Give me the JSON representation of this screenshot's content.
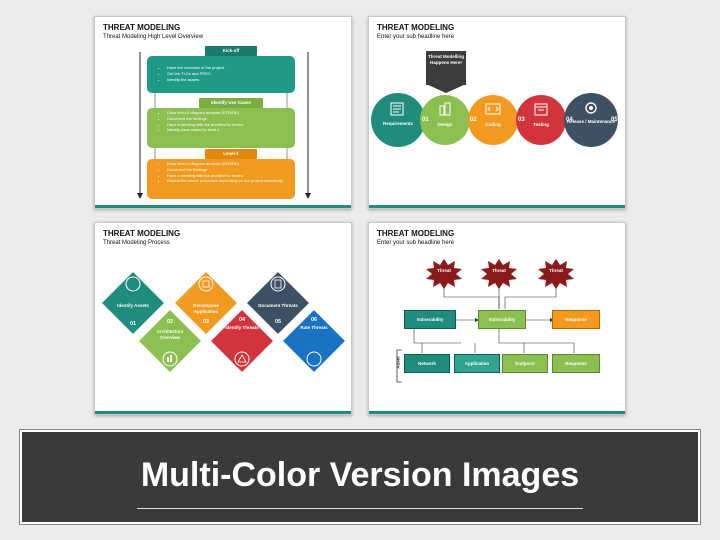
{
  "slide1": {
    "title": "THREAT MODELING",
    "subtitle": "Threat Modeling High Level Overview",
    "sections": [
      {
        "header": "Kick-off",
        "bullets": [
          "Have the overview of the project",
          "Get the TLDs and PRDS",
          "Identify the assets"
        ]
      },
      {
        "header": "Identify Use Cases",
        "bullets": [
          "Draw level-0 diagram analysis (STRIDE)",
          "Document the findings",
          "Have a meeting with the architect to review",
          "Identify uses cases for level-1"
        ]
      },
      {
        "header": "Level-1",
        "bullets": [
          "Draw level-1 diagram analysis (STRIDE)",
          "Document the findings",
          "Have a meeting with the architect to review",
          "Repeat the above procedure depending on the project complexity"
        ]
      }
    ]
  },
  "slide2": {
    "title": "THREAT MODELING",
    "subtitle": "Enter your sub headline here",
    "callout": "Threat Modelling Happens Here!",
    "steps": [
      {
        "label": "Requirements",
        "num": "01",
        "color": "#1f8c7c",
        "icon": "requirements-icon"
      },
      {
        "label": "Design",
        "num": "02",
        "color": "#8bbf4f",
        "icon": "design-icon"
      },
      {
        "label": "Coding",
        "num": "03",
        "color": "#f29a1f",
        "icon": "coding-icon"
      },
      {
        "label": "Testing",
        "num": "04",
        "color": "#d1343a",
        "icon": "testing-icon"
      },
      {
        "label": "Release / Maintenance",
        "num": "05",
        "color": "#3e5063",
        "icon": "release-icon"
      }
    ]
  },
  "slide3": {
    "title": "THREAT MODELING",
    "subtitle": "Threat Modeling Process",
    "steps": [
      {
        "label": "Identify Assets",
        "num": "01",
        "color": "#1f8c7c"
      },
      {
        "label": "Architecture Overview",
        "num": "02",
        "color": "#8bbf4f"
      },
      {
        "label": "Decompose Application",
        "num": "03",
        "color": "#f29a1f"
      },
      {
        "label": "Identify Threats",
        "num": "04",
        "color": "#d1343a"
      },
      {
        "label": "Document Threats",
        "num": "05",
        "color": "#3e5063"
      },
      {
        "label": "Rate Threats",
        "num": "06",
        "color": "#1a73c2"
      }
    ]
  },
  "slide4": {
    "title": "THREAT MODELING",
    "subtitle": "Enter your sub headline here",
    "threats": [
      "Threat",
      "Threat",
      "Threat"
    ],
    "row1": [
      "Vulnerability",
      "Vulnerability",
      "Response"
    ],
    "asset_label": "Asset",
    "row2": [
      "Network",
      "Application",
      "Endpoint",
      "Response"
    ]
  },
  "banner": {
    "text": "Multi-Color Version Images"
  },
  "colors": {
    "teal": "#1f8c7c",
    "green": "#8bbf4f",
    "orange": "#f29a1f",
    "red": "#d1343a",
    "navy": "#3e5063",
    "blue": "#1a73c2",
    "threat": "#8b1a1a"
  }
}
